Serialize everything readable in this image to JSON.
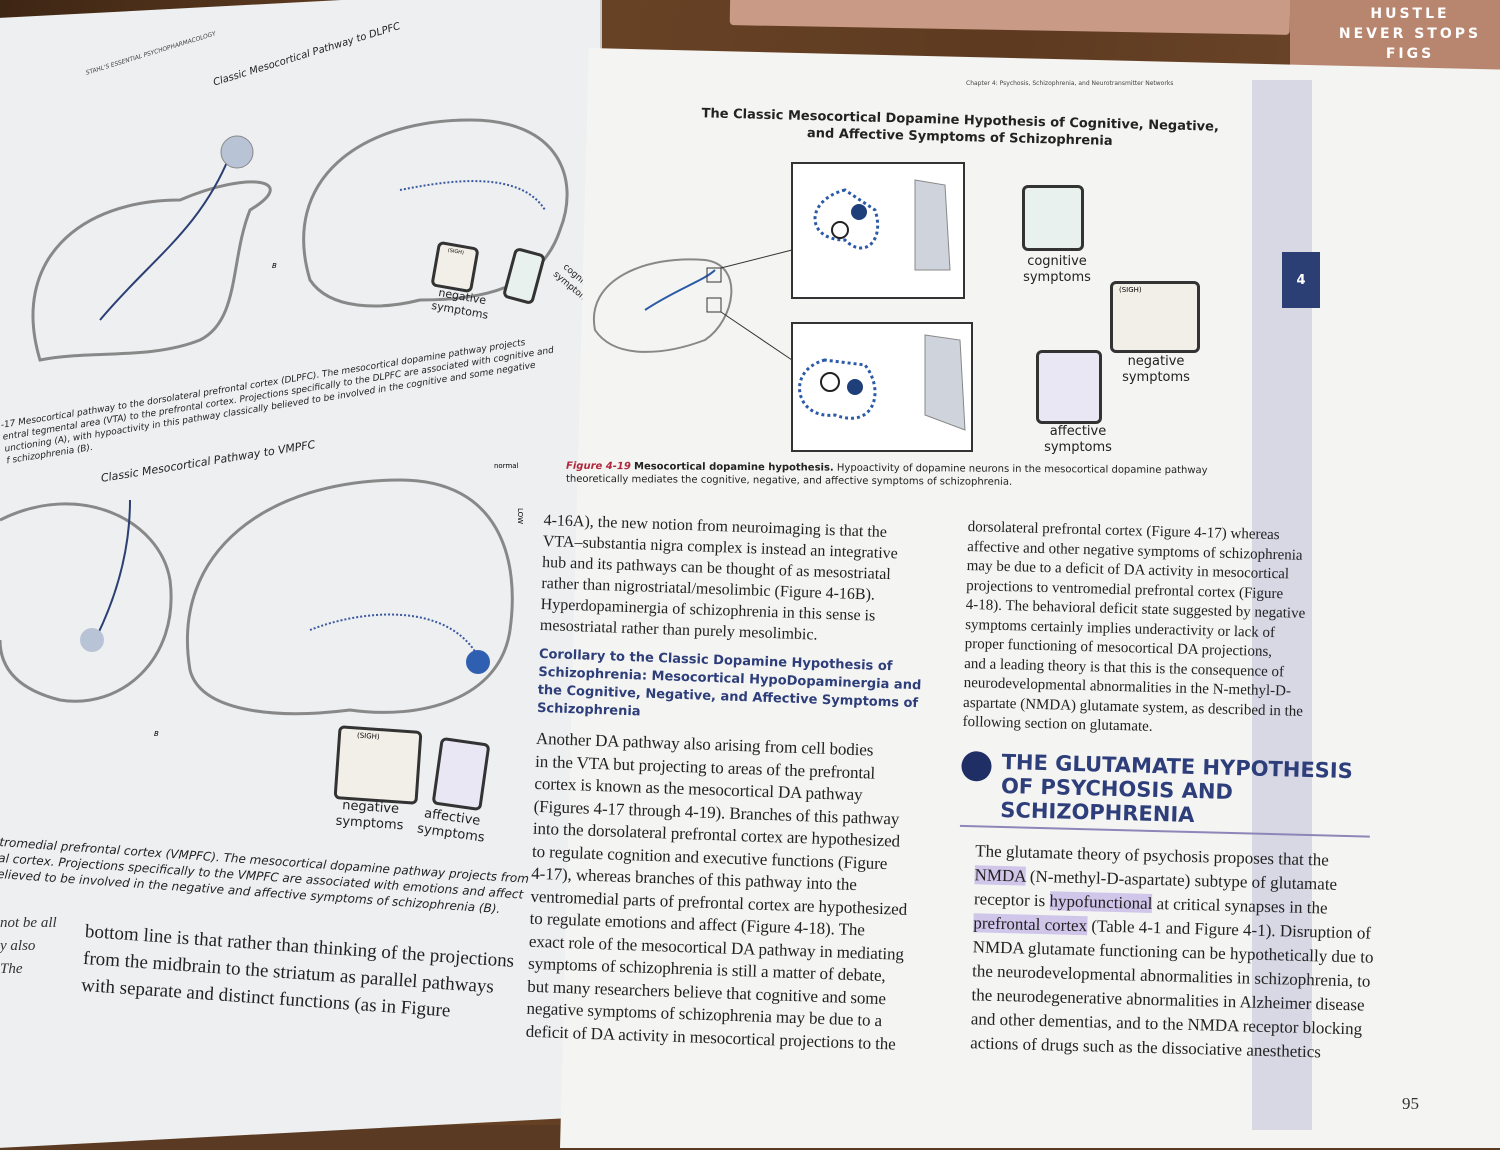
{
  "background": {
    "box_text": [
      "HUSTLE",
      "NEVER STOPS",
      "FIGS"
    ]
  },
  "left_page": {
    "running_head": "STAHL'S ESSENTIAL PSYCHOPHARMACOLOGY",
    "fig_a_title": "Classic Mesocortical Pathway to DLPFC",
    "panel_b": "B",
    "icons_top": [
      "negative symptoms",
      "cognitive symptoms"
    ],
    "sigh": "(SIGH)",
    "caption_a": [
      "-17 Mesocortical pathway to the dorsolateral prefrontal cortex (DLPFC). The mesocortical dopamine pathway projects",
      "entral tegmental area (VTA) to the prefrontal cortex. Projections specifically to the DLPFC are associated with cognitive and",
      "unctioning (A), with hypoactivity in this pathway classically believed to be involved in the cognitive and some negative",
      "f schizophrenia (B)."
    ],
    "fig_b_title": "Classic Mesocortical Pathway to VMPFC",
    "thermo": [
      "normal",
      "LOW"
    ],
    "icons_bottom": [
      "negative symptoms",
      "affective symptoms"
    ],
    "caption_b": [
      "tromedial prefrontal cortex (VMPFC). The mesocortical dopamine pathway projects from",
      "al cortex. Projections specifically to the VMPFC are associated with emotions and affect",
      "elieved to be involved in the negative and affective symptoms of schizophrenia (B)."
    ],
    "margin_fragments": [
      "not be all",
      "y also",
      "The"
    ],
    "body": [
      "bottom line is that rather than thinking of the projections",
      "from the midbrain to the striatum as parallel pathways",
      "with separate and distinct functions (as in Figure"
    ]
  },
  "right_page": {
    "running_head": "Chapter 4: Psychosis, Schizophrenia, and Neurotransmitter Networks",
    "chapter_tab": "4",
    "figure_title": [
      "The Classic Mesocortical Dopamine Hypothesis of Cognitive, Negative,",
      "and Affective Symptoms of Schizophrenia"
    ],
    "icons": [
      "cognitive symptoms",
      "negative symptoms",
      "affective symptoms"
    ],
    "sigh": "(SIGH)",
    "figure_label": "Figure 4-19",
    "figure_caption_bold": "Mesocortical dopamine hypothesis.",
    "figure_caption": "Hypoactivity of dopamine neurons in the mesocortical dopamine pathway",
    "figure_caption_2": "theoretically mediates the cognitive, negative, and affective symptoms of schizophrenia.",
    "col1_para1": [
      "4-16A), the new notion from neuroimaging is that the",
      "VTA–substantia nigra complex is instead an integrative",
      "hub and its pathways can be thought of as mesostriatal",
      "rather than nigrostriatal/mesolimbic (Figure 4-16B).",
      "Hyperdopaminergia of schizophrenia in this sense is",
      "mesostriatal rather than purely mesolimbic."
    ],
    "col1_heading": [
      "Corollary to the Classic Dopamine Hypothesis of",
      "Schizophrenia: Mesocortical HypoDopaminergia and",
      "the Cognitive, Negative, and Affective Symptoms of",
      "Schizophrenia"
    ],
    "col1_para2": [
      "Another DA pathway also arising from cell bodies",
      "in the VTA but projecting to areas of the prefrontal",
      "cortex is known as the mesocortical DA pathway",
      "(Figures 4-17 through 4-19). Branches of this pathway",
      "into the dorsolateral prefrontal cortex are hypothesized",
      "to regulate cognition and executive functions (Figure",
      "4-17), whereas branches of this pathway into the",
      "ventromedial parts of prefrontal cortex are hypothesized",
      "to regulate emotions and affect (Figure 4-18). The",
      "exact role of the mesocortical DA pathway in mediating",
      "symptoms of schizophrenia is still a matter of debate,",
      "but many researchers believe that cognitive and some",
      "negative symptoms of schizophrenia may be due to a",
      "deficit of DA activity in mesocortical projections to the"
    ],
    "col2_para1": [
      "dorsolateral prefrontal cortex (Figure 4-17) whereas",
      "affective and other negative symptoms of schizophrenia",
      "may be due to a deficit of DA activity in mesocortical",
      "projections to ventromedial prefrontal cortex (Figure",
      "4-18). The behavioral deficit state suggested by negative",
      "symptoms certainly implies underactivity or lack of",
      "proper functioning of mesocortical DA projections,",
      "and a leading theory is that this is the consequence of",
      "neurodevelopmental abnormalities in the N-methyl-D-",
      "aspartate (NMDA) glutamate system, as described in the",
      "following section on glutamate."
    ],
    "section_heading": [
      "THE GLUTAMATE HYPOTHESIS",
      "OF PSYCHOSIS AND",
      "SCHIZOPHRENIA"
    ],
    "col2_para2": {
      "l1": "The glutamate theory of psychosis proposes that the",
      "l2a": "NMDA",
      "l2b": " (N-methyl-D-aspartate) subtype of glutamate",
      "l3a": "receptor is ",
      "l3b": "hypofunctional",
      "l3c": " at critical synapses in the",
      "l4a": "prefrontal cortex",
      "l4b": " (Table 4-1 and Figure 4-1). Disruption of",
      "rest": [
        "NMDA glutamate functioning can be hypothetically due to",
        "the neurodevelopmental abnormalities in schizophrenia, to",
        "the neurodegenerative abnormalities in Alzheimer disease",
        "and other dementias, and to the NMDA receptor blocking",
        "actions of drugs such as the dissociative anesthetics"
      ]
    },
    "page_number": "95"
  },
  "colors": {
    "accent_blue": "#2d3e7a",
    "highlight": "#cfc6ea",
    "caption_red": "#b0263a"
  }
}
